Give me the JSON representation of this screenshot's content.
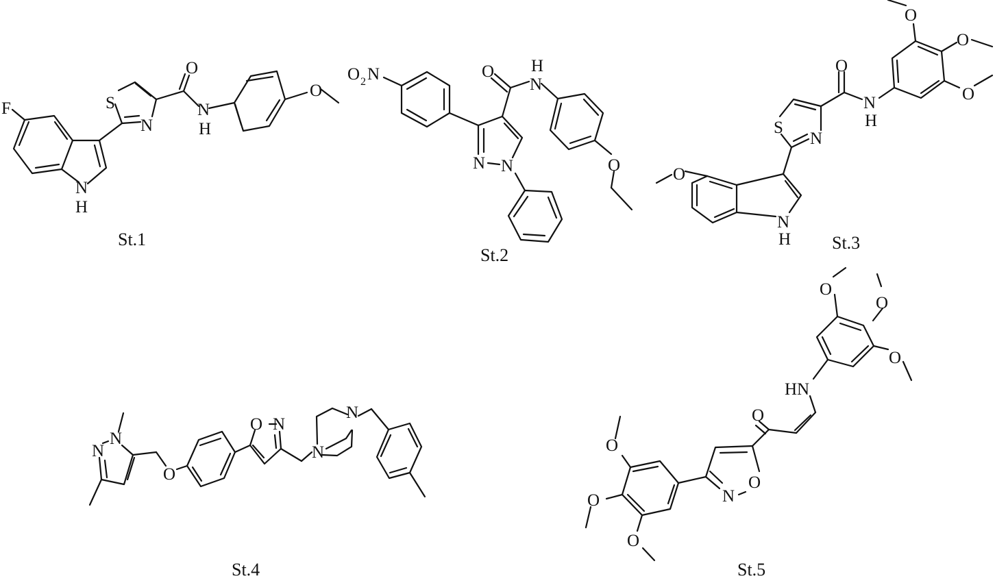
{
  "figure": {
    "structures": [
      {
        "id": "St.1",
        "label": "St.1",
        "atoms": {
          "F": "F",
          "S": "S",
          "N_thiazole": "N",
          "O": "O",
          "NH_N": "N",
          "NH_H": "H",
          "O_methoxy": "O",
          "indole_N": "N",
          "indole_H": "H"
        },
        "description": "2-(5-fluoro-1H-indol-3-yl)-N-(4-methoxyphenyl)thiazole-4-carboxamide"
      },
      {
        "id": "St.2",
        "label": "St.2",
        "atoms": {
          "nitro_O": "O",
          "nitro_sub": "2",
          "nitro_N": "N",
          "O": "O",
          "amide_H": "H",
          "amide_N": "N",
          "pyrazole_N2": "N",
          "pyrazole_N1": "N",
          "O_ethoxy": "O"
        },
        "description": "3-(4-nitrophenyl)-1-phenyl-N-(4-ethoxyphenyl)pyrazole-4-carboxamide"
      },
      {
        "id": "St.3",
        "label": "St.3",
        "atoms": {
          "S": "S",
          "N_thiazole": "N",
          "O": "O",
          "NH_N": "N",
          "NH_H": "H",
          "OMe1": "O",
          "OMe2": "O",
          "OMe3": "O",
          "O_indole": "O",
          "indole_N": "N",
          "indole_H": "H"
        },
        "description": "2-(5-methoxy-1H-indol-3-yl)-N-(3,4,5-trimethoxyphenyl)thiazole-4-carboxamide"
      },
      {
        "id": "St.4",
        "label": "St.4",
        "atoms": {
          "pyr_N1": "N",
          "pyr_N2": "N",
          "O_ether": "O",
          "isox_O": "O",
          "isox_N": "N",
          "pip_N1": "N",
          "pip_N4": "N"
        },
        "description": "1,3-dimethylpyrazolylmethoxy-phenyl-isoxazole-methyl-piperazine-4-methylbenzyl"
      },
      {
        "id": "St.5",
        "label": "St.5",
        "atoms": {
          "OMe_a": "O",
          "OMe_b": "O",
          "OMe_c": "O",
          "HN": "HN",
          "O_keto": "O",
          "isox_O": "O",
          "isox_N": "N",
          "OMe_d": "O",
          "OMe_e": "O",
          "OMe_f": "O"
        },
        "description": "(Z)-3-(3,4,5-trimethoxyanilino)-1-[3-(3,4,5-trimethoxyphenyl)isoxazol-5-yl]prop-2-en-1-one"
      }
    ]
  }
}
